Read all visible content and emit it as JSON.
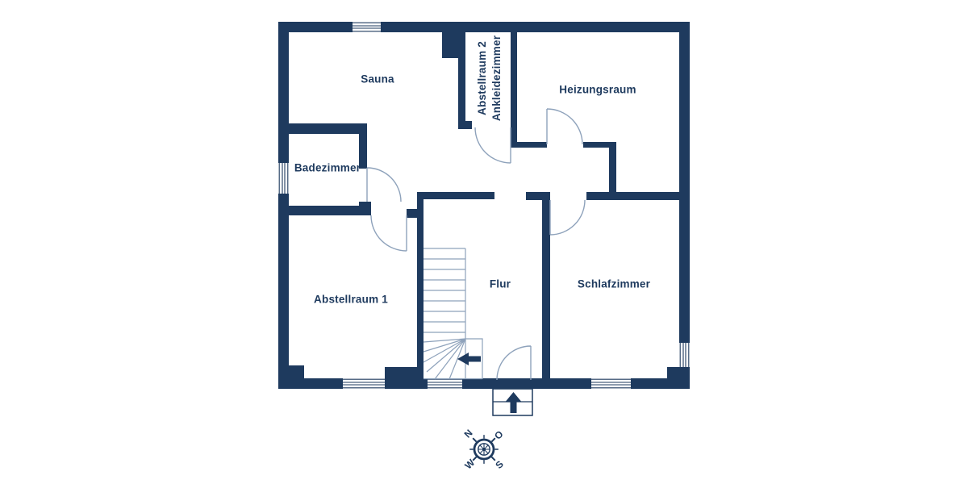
{
  "page": {
    "background": "#ffffff",
    "type": "floor-plan"
  },
  "colors": {
    "wall": "#1e3a5e",
    "line": "#8ea2bb",
    "text": "#1e3a5e"
  },
  "rooms": [
    {
      "id": "sauna",
      "label": "Sauna"
    },
    {
      "id": "abstellraum2",
      "label": "Abstellraum 2",
      "label2": "Ankleidezimmer"
    },
    {
      "id": "heizungsraum",
      "label": "Heizungsraum"
    },
    {
      "id": "badezimmer",
      "label": "Badezimmer"
    },
    {
      "id": "abstellraum1",
      "label": "Abstellraum 1"
    },
    {
      "id": "flur",
      "label": "Flur"
    },
    {
      "id": "schlafzimmer",
      "label": "Schlafzimmer"
    }
  ],
  "compass": {
    "north": "N",
    "east": "O",
    "south": "S",
    "west": "W"
  },
  "icons": {
    "stairs_direction": "arrow-left",
    "entrance_direction": "arrow-up",
    "compass": "compass-rose"
  }
}
